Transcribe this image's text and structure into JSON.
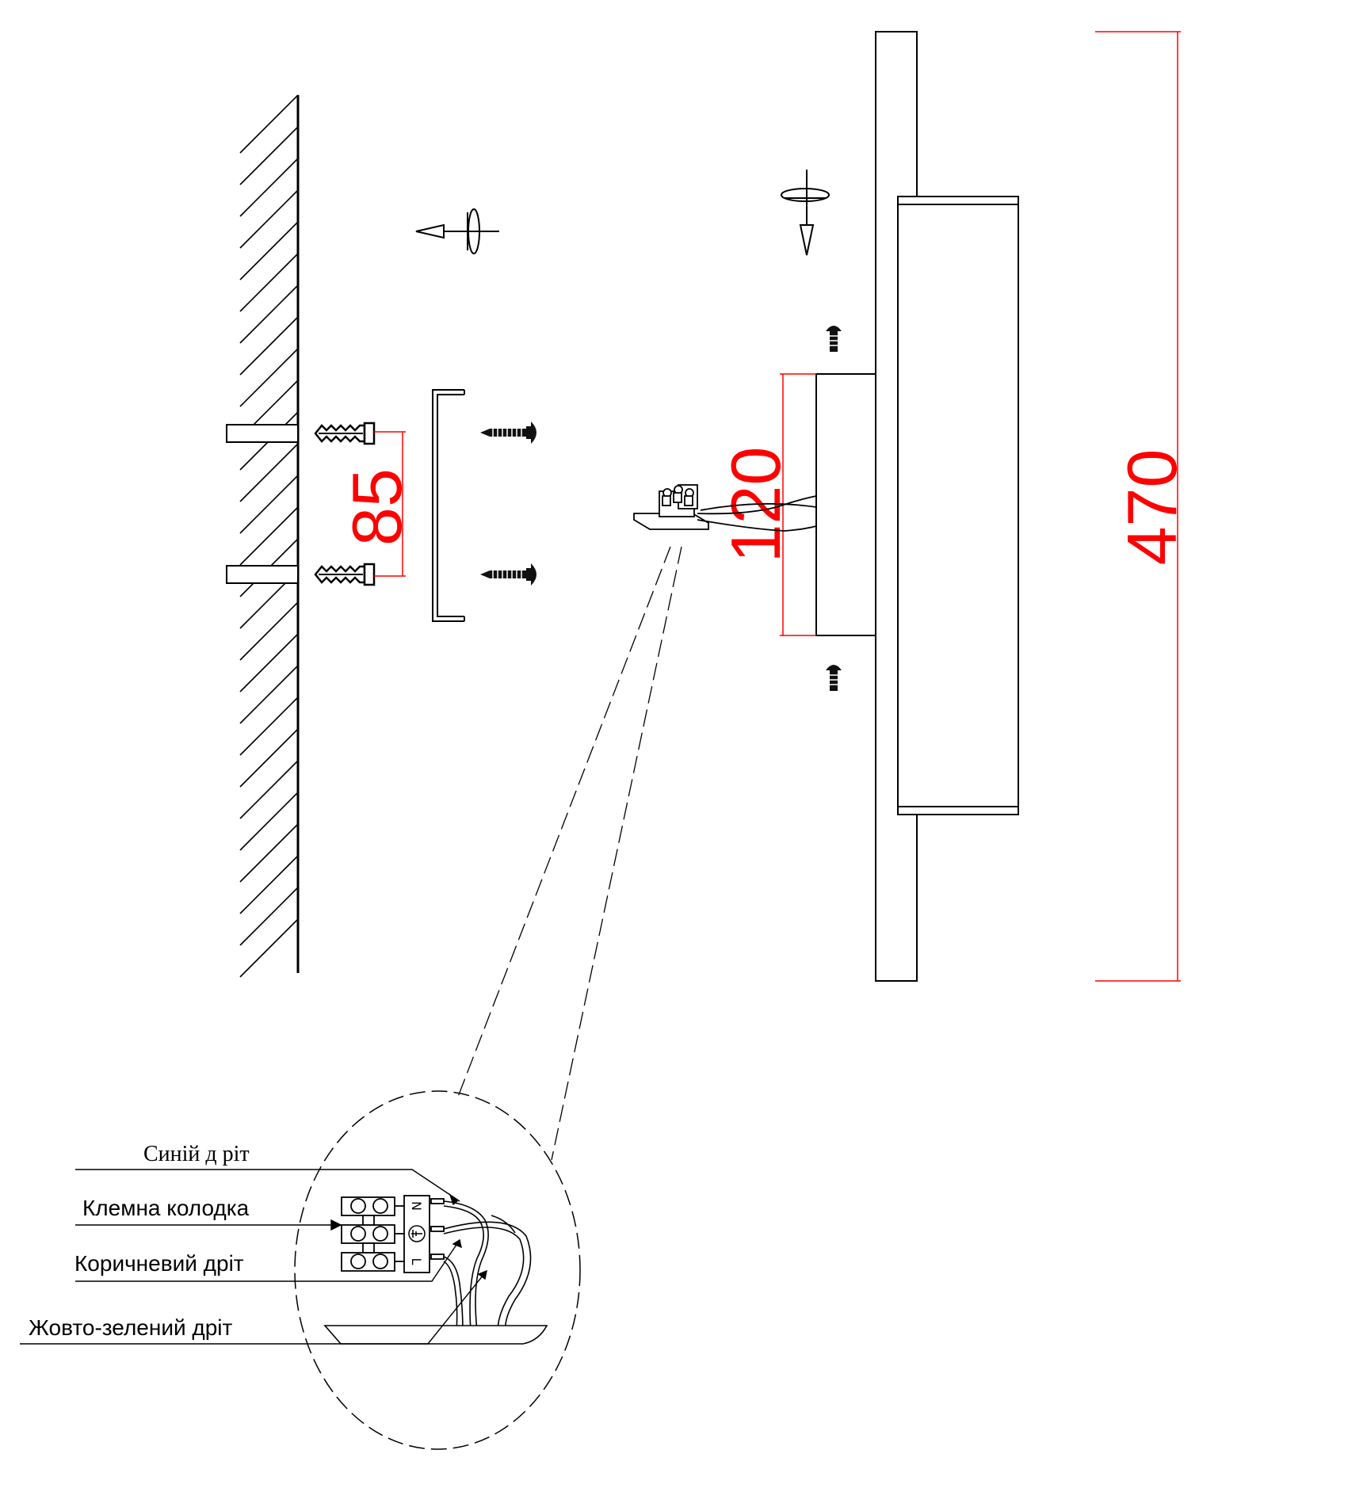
{
  "dimensions": {
    "bracket_hole_spacing": "85",
    "base_height": "120",
    "total_height": "470"
  },
  "wiring_callouts": {
    "blue_wire": "Синій д ріт",
    "terminal_block": "Клемна колодка",
    "brown_wire": "Коричневий дріт",
    "yellow_green_wire": "Жовто-зелений дріт"
  },
  "terminal_marks": {
    "neutral": "N",
    "live": "L"
  },
  "colors": {
    "dimension": "#ff0000",
    "line": "#000000"
  },
  "icons": [
    "rotate-screw-arrow-icon",
    "ground-symbol-icon"
  ]
}
